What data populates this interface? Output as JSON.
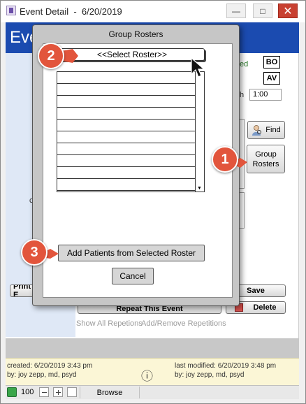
{
  "window": {
    "title": "Event Detail  -  6/20/2019",
    "minimize_glyph": "—",
    "maximize_glyph": "□",
    "close_glyph": "✕",
    "header_title": "Eve"
  },
  "background": {
    "partial_ed": "ed",
    "bo_label": "BO",
    "av_label": "AV",
    "duration_partial": "h",
    "duration_value": "1:00",
    "letter_p": "P",
    "letter_cl": "cl",
    "find_label": "Find",
    "group_rosters_line1": "Group",
    "group_rosters_line2": "Rosters",
    "print_label": "Print E",
    "save_label": "Save",
    "delete_label": "Delete",
    "repeat_label": "Repeat This Event",
    "show_all_repetitions": "Show All Repetions",
    "add_remove_repetitions": "Add/Remove Repetitions"
  },
  "info": {
    "created_line1": "created: 6/20/2019 3:43 pm",
    "created_line2": "by: joy zepp, md, psyd",
    "info_icon": "ⓘ",
    "modified_line1": "last modified: 6/20/2019 3:48 pm",
    "modified_line2": "by: joy zepp, md, psyd"
  },
  "statusbar": {
    "zoom": "100",
    "mode": "Browse"
  },
  "dialog": {
    "title": "Group Rosters",
    "select_roster": "<<Select Roster>>",
    "add_patients": "Add Patients from Selected Roster",
    "cancel": "Cancel",
    "scroll_up": "▲",
    "scroll_down": "▼"
  },
  "callouts": [
    "1",
    "2",
    "3"
  ]
}
